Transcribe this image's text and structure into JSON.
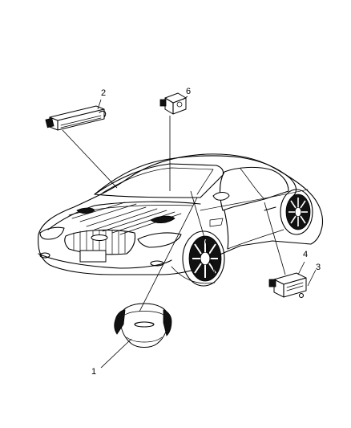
{
  "callouts": [
    {
      "id": "1",
      "label": "1"
    },
    {
      "id": "2",
      "label": "2"
    },
    {
      "id": "3",
      "label": "3"
    },
    {
      "id": "4",
      "label": "4"
    },
    {
      "id": "6",
      "label": "6"
    }
  ]
}
